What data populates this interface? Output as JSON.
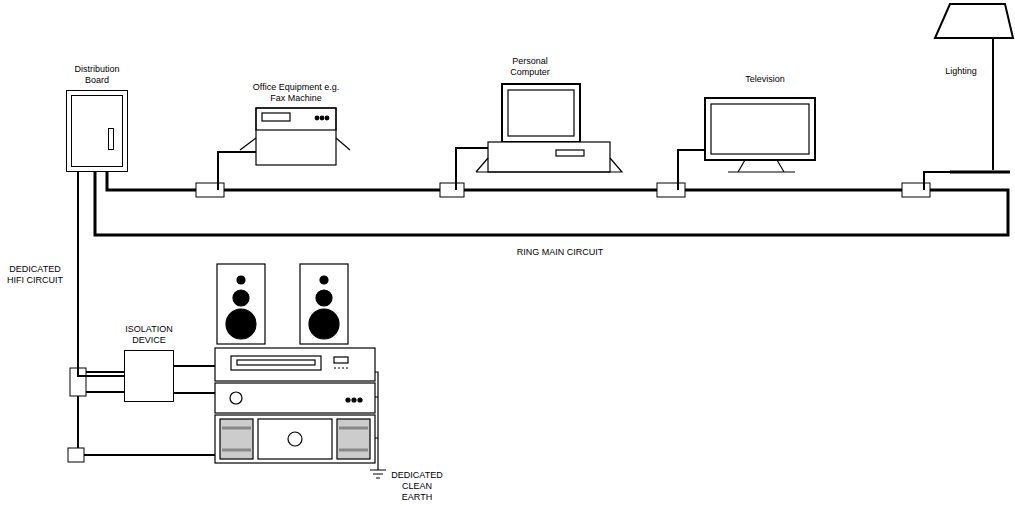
{
  "diagram": {
    "nodes": [
      {
        "text": [
          "Distribution Board"
        ]
      },
      {
        "text": [
          "ISOLATION DEVICE"
        ]
      }
    ],
    "edges": [
      {
        "from": 0,
        "to": 1,
        "arrow": "none"
      }
    ],
    "labels": [
      "Office Equipment e.g. Fax Machine",
      "Personal Computer",
      "Television",
      "Lighting",
      "RING MAIN CIRCUIT",
      "DEDICATED HIFI CIRCUIT",
      "DEDICATED CLEAN EARTH"
    ]
  }
}
